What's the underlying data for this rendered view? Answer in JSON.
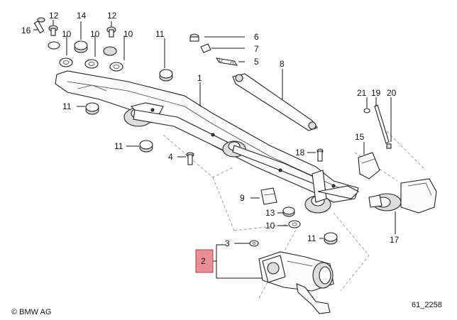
{
  "callouts": {
    "c1": "1",
    "c2": "2",
    "c3": "3",
    "c4": "4",
    "c5": "5",
    "c6": "6",
    "c7": "7",
    "c8": "8",
    "c9": "9",
    "c10a": "10",
    "c10b": "10",
    "c10c": "10",
    "c11a": "11",
    "c11b": "11",
    "c11c": "11",
    "c11d": "11",
    "c12a": "12",
    "c12b": "12",
    "c13": "13",
    "c14": "14",
    "c15": "15",
    "c16": "16",
    "c17": "17",
    "c18": "18",
    "c19": "19",
    "c20": "20",
    "c21": "21"
  },
  "footer": {
    "brand": "© BMW AG",
    "drawing_id": "61_2258"
  },
  "colors": {
    "highlight_fill": "#e98f93",
    "highlight_stroke": "#b0444b"
  }
}
